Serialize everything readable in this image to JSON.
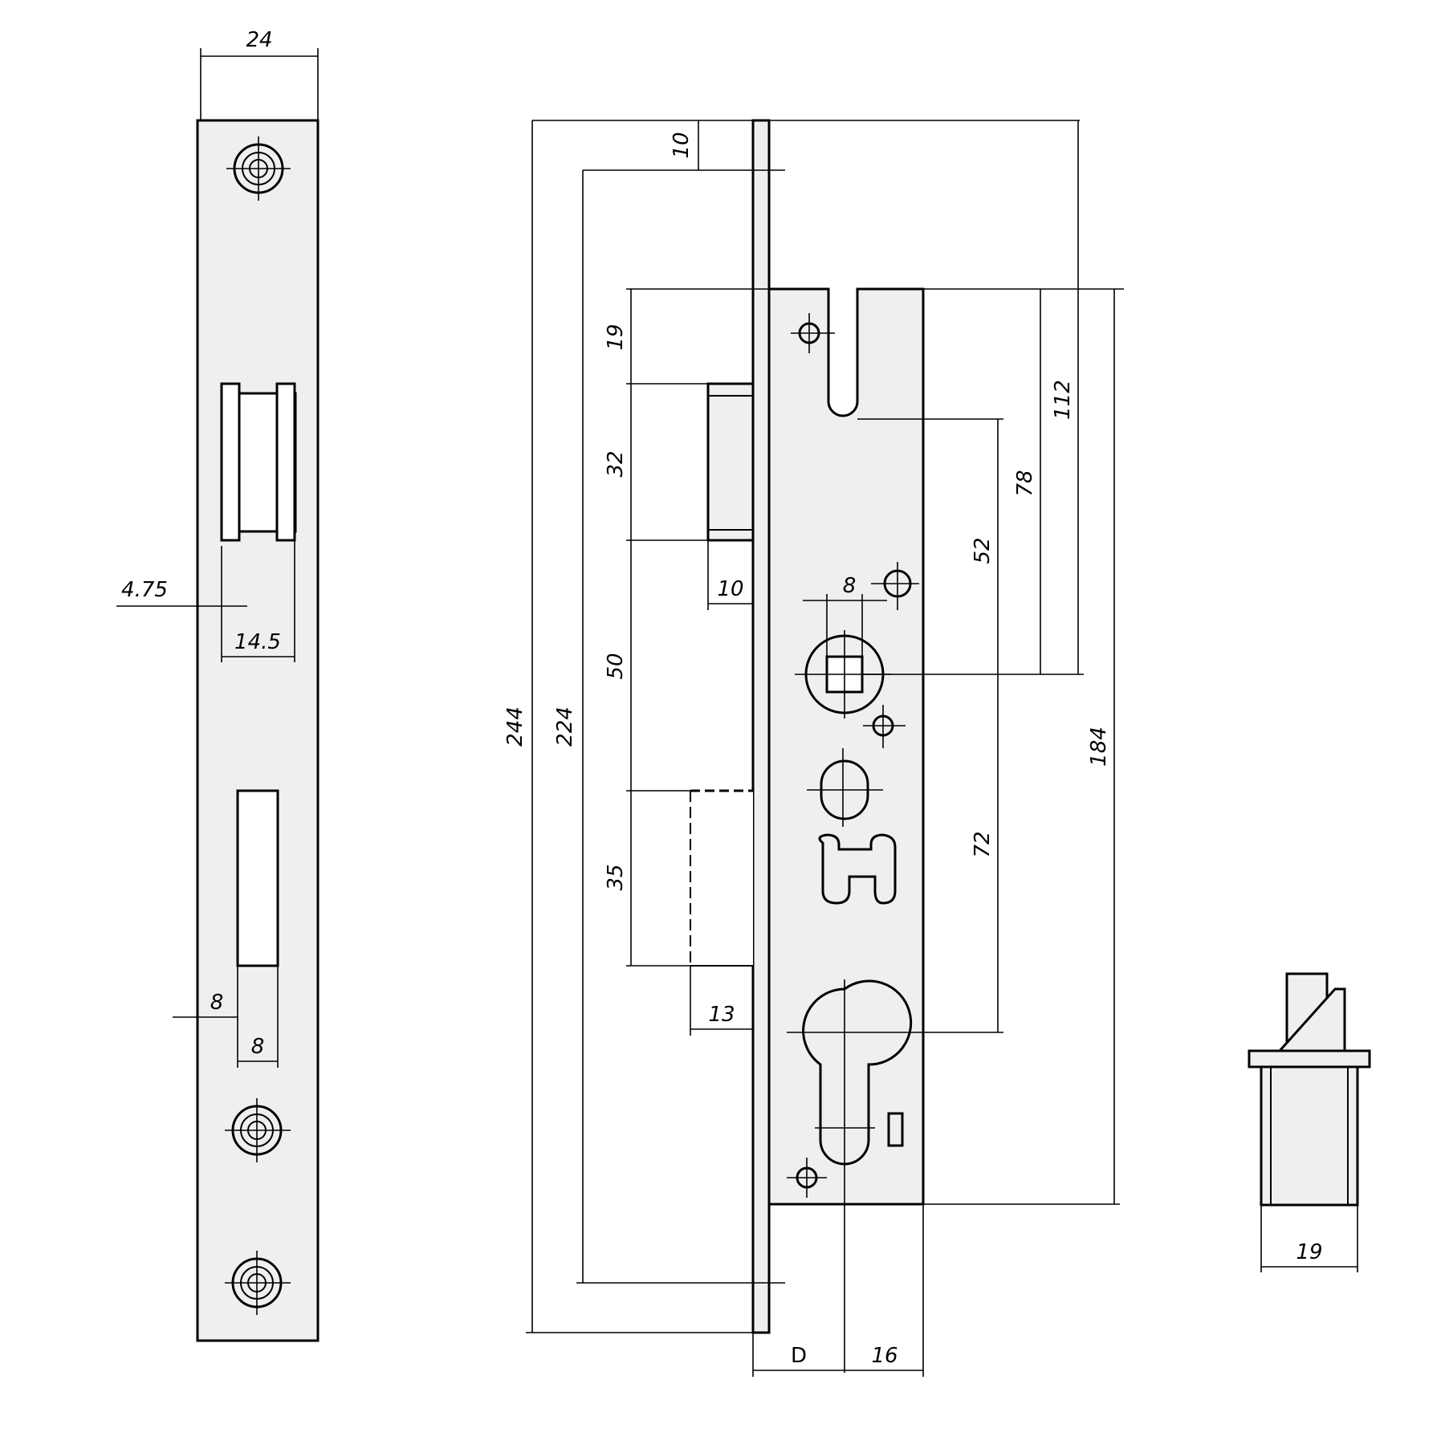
{
  "strike_plate": {
    "dimensions": {
      "width": "24",
      "offset": "4.75",
      "latch_opening_width": "14.5",
      "bolt_offset": "8",
      "bolt_opening_width": "8"
    }
  },
  "lock_body": {
    "dimensions": {
      "faceplate_to_top": "10",
      "overall_height": "244",
      "screw_span": "224",
      "case_top_to_latch": "19",
      "latch_height": "32",
      "latch_projection": "10",
      "latch_to_bolt": "50",
      "bolt_height": "35",
      "bolt_projection": "13",
      "slot_to_follower": "52",
      "case_top_to_follower": "78",
      "faceplate_top_to_follower": "112",
      "case_height": "184",
      "follower_square": "8",
      "follower_to_cylinder": "72",
      "backset": "D",
      "cylinder_offset": "16"
    }
  },
  "side_view": {
    "dimensions": {
      "width": "19"
    }
  }
}
